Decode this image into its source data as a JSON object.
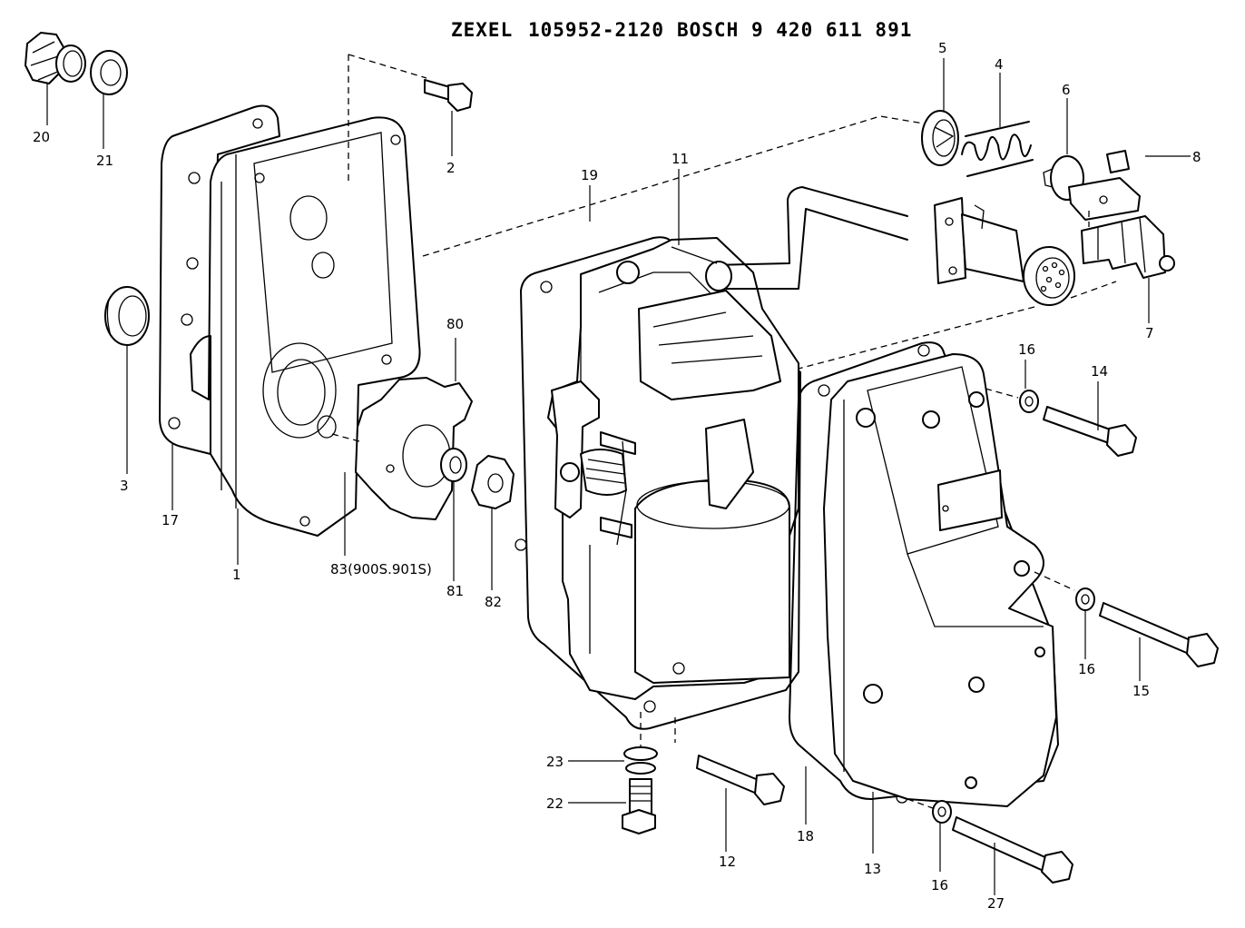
{
  "header": {
    "zexel_label": "ZEXEL",
    "zexel_number": "105952-2120",
    "bosch_label": "BOSCH",
    "bosch_number": "9 420 611 891"
  },
  "callouts": {
    "c1": "1",
    "c2": "2",
    "c3": "3",
    "c4": "4",
    "c5": "5",
    "c6": "6",
    "c7": "7",
    "c8": "8",
    "c11": "11",
    "c12": "12",
    "c13": "13",
    "c14": "14",
    "c15": "15",
    "c16a": "16",
    "c16b": "16",
    "c16c": "16",
    "c17": "17",
    "c18": "18",
    "c19": "19",
    "c20": "20",
    "c21": "21",
    "c22": "22",
    "c23": "23",
    "c27": "27",
    "c80": "80",
    "c81": "81",
    "c82": "82",
    "c83": "83(900S.901S)"
  }
}
